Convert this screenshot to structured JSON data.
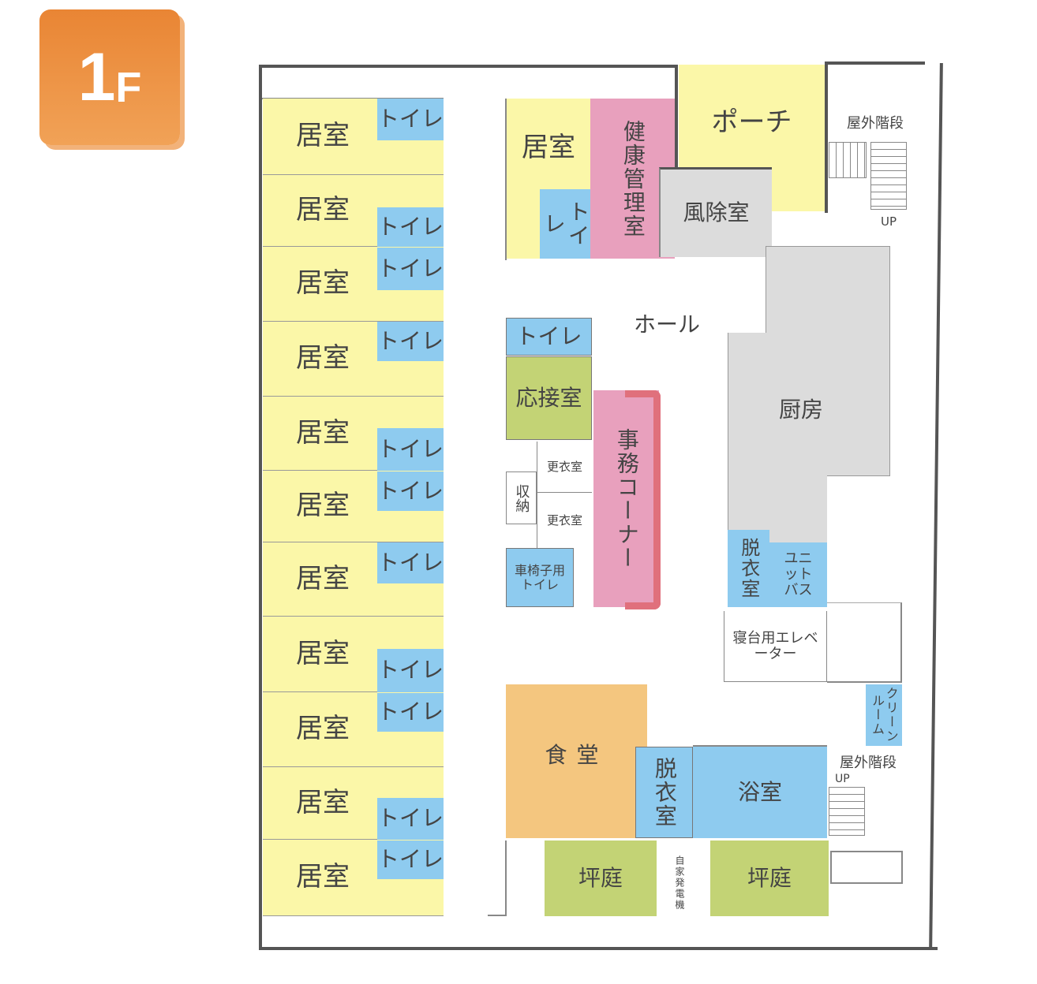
{
  "badge": {
    "floor": "1",
    "suffix": "F"
  },
  "rooms": {
    "living": "居室",
    "toilet": "トイレ",
    "health": "健康管理室",
    "porch": "ポーチ",
    "windbreak": "風除室",
    "outdoor_stairs": "屋外階段",
    "up": "UP",
    "hall": "ホール",
    "kitchen": "厨房",
    "reception": "応接室",
    "office": "事務コーナー",
    "changing": "更衣室",
    "storage": "収納",
    "wheelchair_toilet": "車椅子用トイレ",
    "undress": "脱衣室",
    "unit_bath": "ユニットバス",
    "bed_elevator": "寝台用エレベーター",
    "clean_room": "クリーンルーム",
    "dining": "食堂",
    "bath": "浴室",
    "garden": "坪庭",
    "generator": "自家発電機"
  }
}
